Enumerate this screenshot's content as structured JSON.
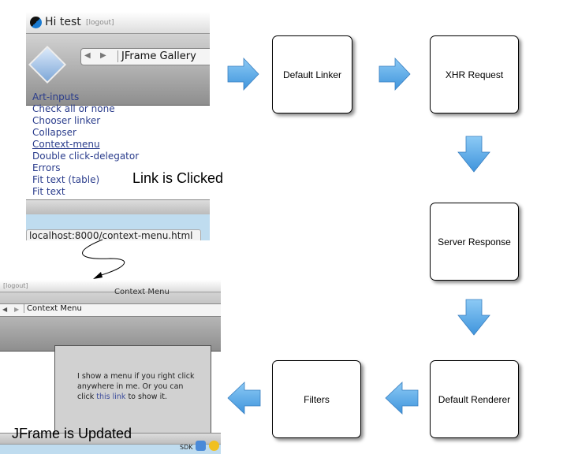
{
  "top_screenshot": {
    "greeting": "Hi test",
    "logout": "[logout]",
    "location": "JFrame Gallery",
    "links": [
      "Art-inputs",
      "Check all or none",
      "Chooser linker",
      "Collapser",
      "Context-menu",
      "Double click-delegator",
      "Errors",
      "Fit text (table)",
      "Fit text"
    ],
    "active_link": "Context-menu",
    "status_url": "localhost:8000/context-menu.html"
  },
  "caption_clicked": "Link is Clicked",
  "bottom_screenshot": {
    "logout": "[logout]",
    "window_title": "Context Menu",
    "location": "Context Menu",
    "content_text": "I show a menu if you right click anywhere in me. Or you can click",
    "content_link": "this link",
    "content_tail": " to show it.",
    "sdk": "SDK"
  },
  "caption_updated": "JFrame is Updated",
  "steps": [
    "Default Linker",
    "XHR Request",
    "Server Response",
    "Default Renderer",
    "Filters"
  ],
  "arrow_color": "#5aaae6"
}
